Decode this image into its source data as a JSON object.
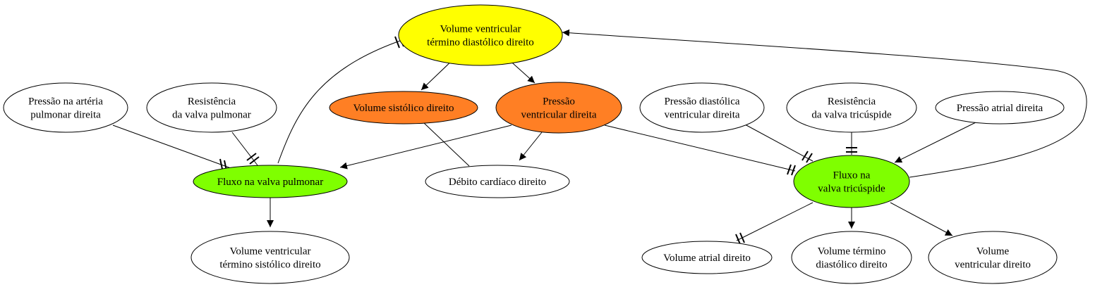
{
  "colors": {
    "yellow": "#ffff00",
    "orange": "#ff7f24",
    "green": "#7fff00",
    "white": "#ffffff",
    "stroke": "#000000"
  },
  "nodes": {
    "vvtdd": {
      "lines": [
        "Volume ventricular",
        "término diastólico direito"
      ],
      "fill": "yellow"
    },
    "vsd": {
      "lines": [
        "Volume sistólico direito"
      ],
      "fill": "orange"
    },
    "pvd": {
      "lines": [
        "Pressão",
        "ventricular direita"
      ],
      "fill": "orange"
    },
    "papd": {
      "lines": [
        "Pressão na artéria",
        "pulmonar direita"
      ],
      "fill": "white"
    },
    "rvp": {
      "lines": [
        "Resistência",
        "da valva pulmonar"
      ],
      "fill": "white"
    },
    "fvp": {
      "lines": [
        "Fluxo na valva pulmonar"
      ],
      "fill": "green"
    },
    "dcd": {
      "lines": [
        "Débito cardíaco direito"
      ],
      "fill": "white"
    },
    "vvtsd": {
      "lines": [
        "Volume ventricular",
        "término sistólico direito"
      ],
      "fill": "white"
    },
    "pdvd": {
      "lines": [
        "Pressão diastólica",
        "ventricular direita"
      ],
      "fill": "white"
    },
    "rvt": {
      "lines": [
        "Resistência",
        "da valva tricúspide"
      ],
      "fill": "white"
    },
    "pad": {
      "lines": [
        "Pressão atrial direita"
      ],
      "fill": "white"
    },
    "fvt": {
      "lines": [
        "Fluxo na",
        "valva tricúspide"
      ],
      "fill": "green"
    },
    "vad": {
      "lines": [
        "Volume atrial direito"
      ],
      "fill": "white"
    },
    "vtdd": {
      "lines": [
        "Volume término",
        "diastólico direito"
      ],
      "fill": "white"
    },
    "vvd": {
      "lines": [
        "Volume",
        "ventricular direito"
      ],
      "fill": "white"
    }
  },
  "edges": [
    {
      "from": "vvtdd",
      "to": "vsd",
      "type": "arrow"
    },
    {
      "from": "vvtdd",
      "to": "pvd",
      "type": "arrow"
    },
    {
      "from": "papd",
      "to": "fvp",
      "type": "tee"
    },
    {
      "from": "rvp",
      "to": "fvp",
      "type": "tee"
    },
    {
      "from": "fvp",
      "to": "vvtdd",
      "type": "tee"
    },
    {
      "from": "pvd",
      "to": "fvp",
      "type": "arrow"
    },
    {
      "from": "vsd",
      "to": "dcd",
      "type": "arrow"
    },
    {
      "from": "pvd",
      "to": "dcd",
      "type": "arrow"
    },
    {
      "from": "fvp",
      "to": "vvtsd",
      "type": "arrow"
    },
    {
      "from": "pvd",
      "to": "fvt",
      "type": "tee"
    },
    {
      "from": "pdvd",
      "to": "fvt",
      "type": "tee"
    },
    {
      "from": "rvt",
      "to": "fvt",
      "type": "tee"
    },
    {
      "from": "pad",
      "to": "fvt",
      "type": "arrow"
    },
    {
      "from": "fvt",
      "to": "vvtdd",
      "type": "arrow"
    },
    {
      "from": "fvt",
      "to": "vad",
      "type": "tee"
    },
    {
      "from": "fvt",
      "to": "vtdd",
      "type": "arrow"
    },
    {
      "from": "fvt",
      "to": "vvd",
      "type": "arrow"
    }
  ]
}
